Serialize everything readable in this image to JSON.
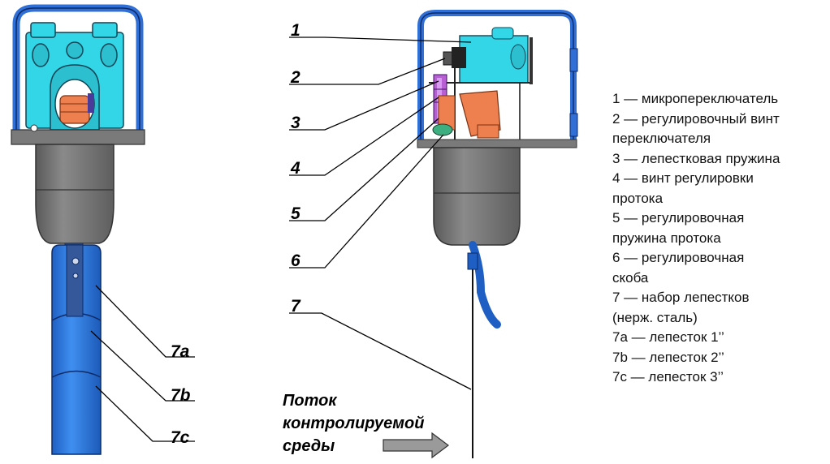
{
  "callouts": {
    "c1": "1",
    "c2": "2",
    "c3": "3",
    "c4": "4",
    "c5": "5",
    "c6": "6",
    "c7": "7",
    "c7a": "7a",
    "c7b": "7b",
    "c7c": "7c"
  },
  "flow_label": [
    "Поток",
    "контролируемой",
    "среды"
  ],
  "legend": [
    "1 — микропереключатель",
    "2 — регулировочный винт",
    "переключателя",
    "3 — лепестковая пружина",
    "4 — винт регулировки",
    "протока",
    "5 — регулировочная",
    "пружина протока",
    "6 — регулировочная",
    "скоба",
    "7 — набор лепестков",
    "(нерж. сталь)",
    "7a — лепесток 1’’",
    "7b — лепесток 2’’",
    "7c — лепесток 3’’"
  ],
  "colors": {
    "housing_blue": "#2f6fd6",
    "switch_cyan": "#33d6e6",
    "body_gray": "#707070",
    "spring_orange": "#ee8050",
    "petal_blue": "#2a7ad8"
  }
}
